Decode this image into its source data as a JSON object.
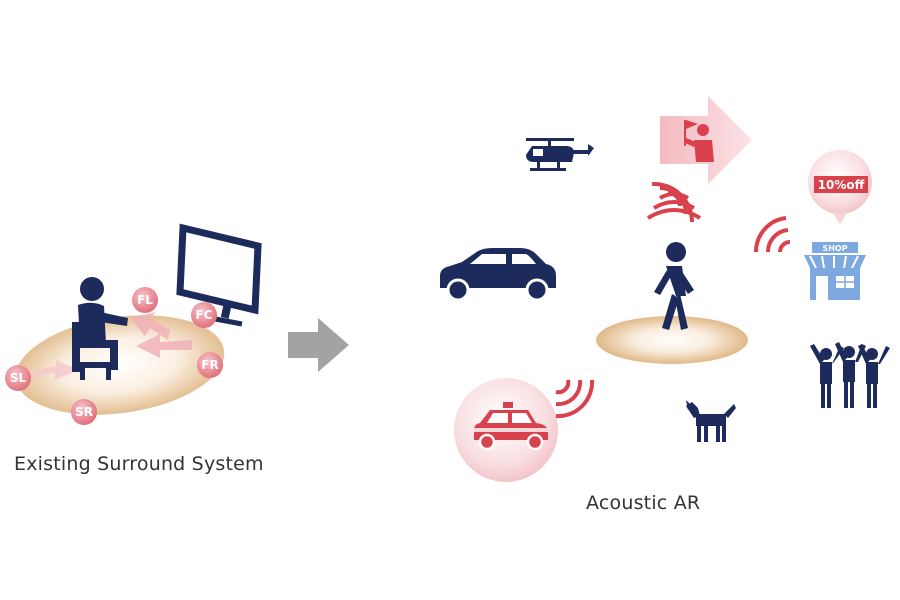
{
  "captions": {
    "left": "Existing Surround System",
    "right": "Acoustic AR"
  },
  "speakers": {
    "fl": "FL",
    "fc": "FC",
    "fr": "FR",
    "sl": "SL",
    "sr": "SR"
  },
  "shop": {
    "discount": "10%off",
    "sign": "SHOP"
  },
  "colors": {
    "navy": "#1c2a5c",
    "pink": "#f5c9cd",
    "red": "#d9424d",
    "gray_arrow": "#a3a3a3",
    "floor": "#e8c9a0",
    "shop_blue": "#7ea8e0"
  }
}
